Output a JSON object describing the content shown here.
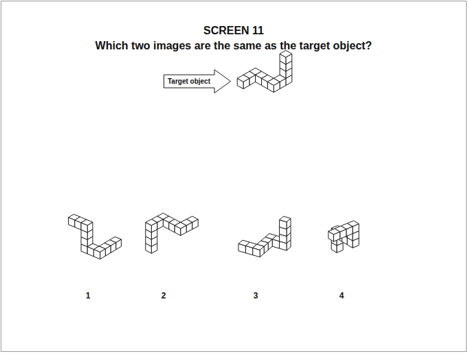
{
  "diagram": {
    "title": "SCREEN 11",
    "nodes": [
      {
        "text": [
          "Target object"
        ]
      }
    ],
    "labels": [
      "Which two images are the same as the target object?",
      "1",
      "2",
      "3",
      "4"
    ]
  }
}
